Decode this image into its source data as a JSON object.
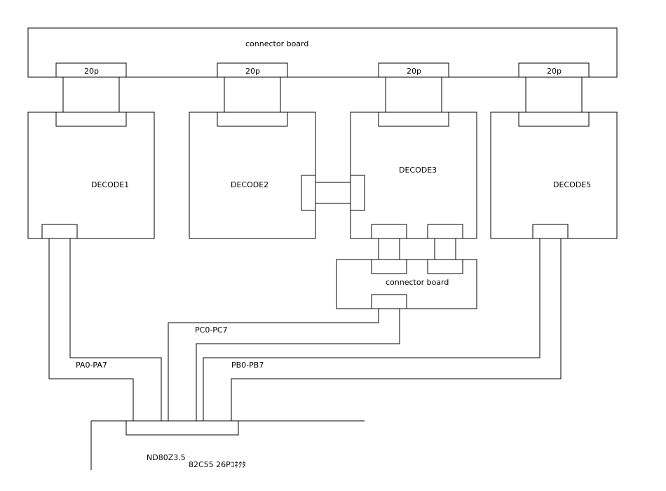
{
  "top_board": {
    "label": "connector board"
  },
  "connectors": [
    "20p",
    "20p",
    "20p",
    "20p"
  ],
  "modules": {
    "decode1": "DECODE1",
    "decode2": "DECODE2",
    "decode3": "DECODE3",
    "decode5": "DECODE5"
  },
  "small_board": {
    "label": "connector board"
  },
  "buses": {
    "pa": "PA0-PA7",
    "pc": "PC0-PC7",
    "pb": "PB0-PB7"
  },
  "base": {
    "line1": "ND80Z3.5",
    "line2": "82C55 26Pｺﾈｸﾀ"
  }
}
